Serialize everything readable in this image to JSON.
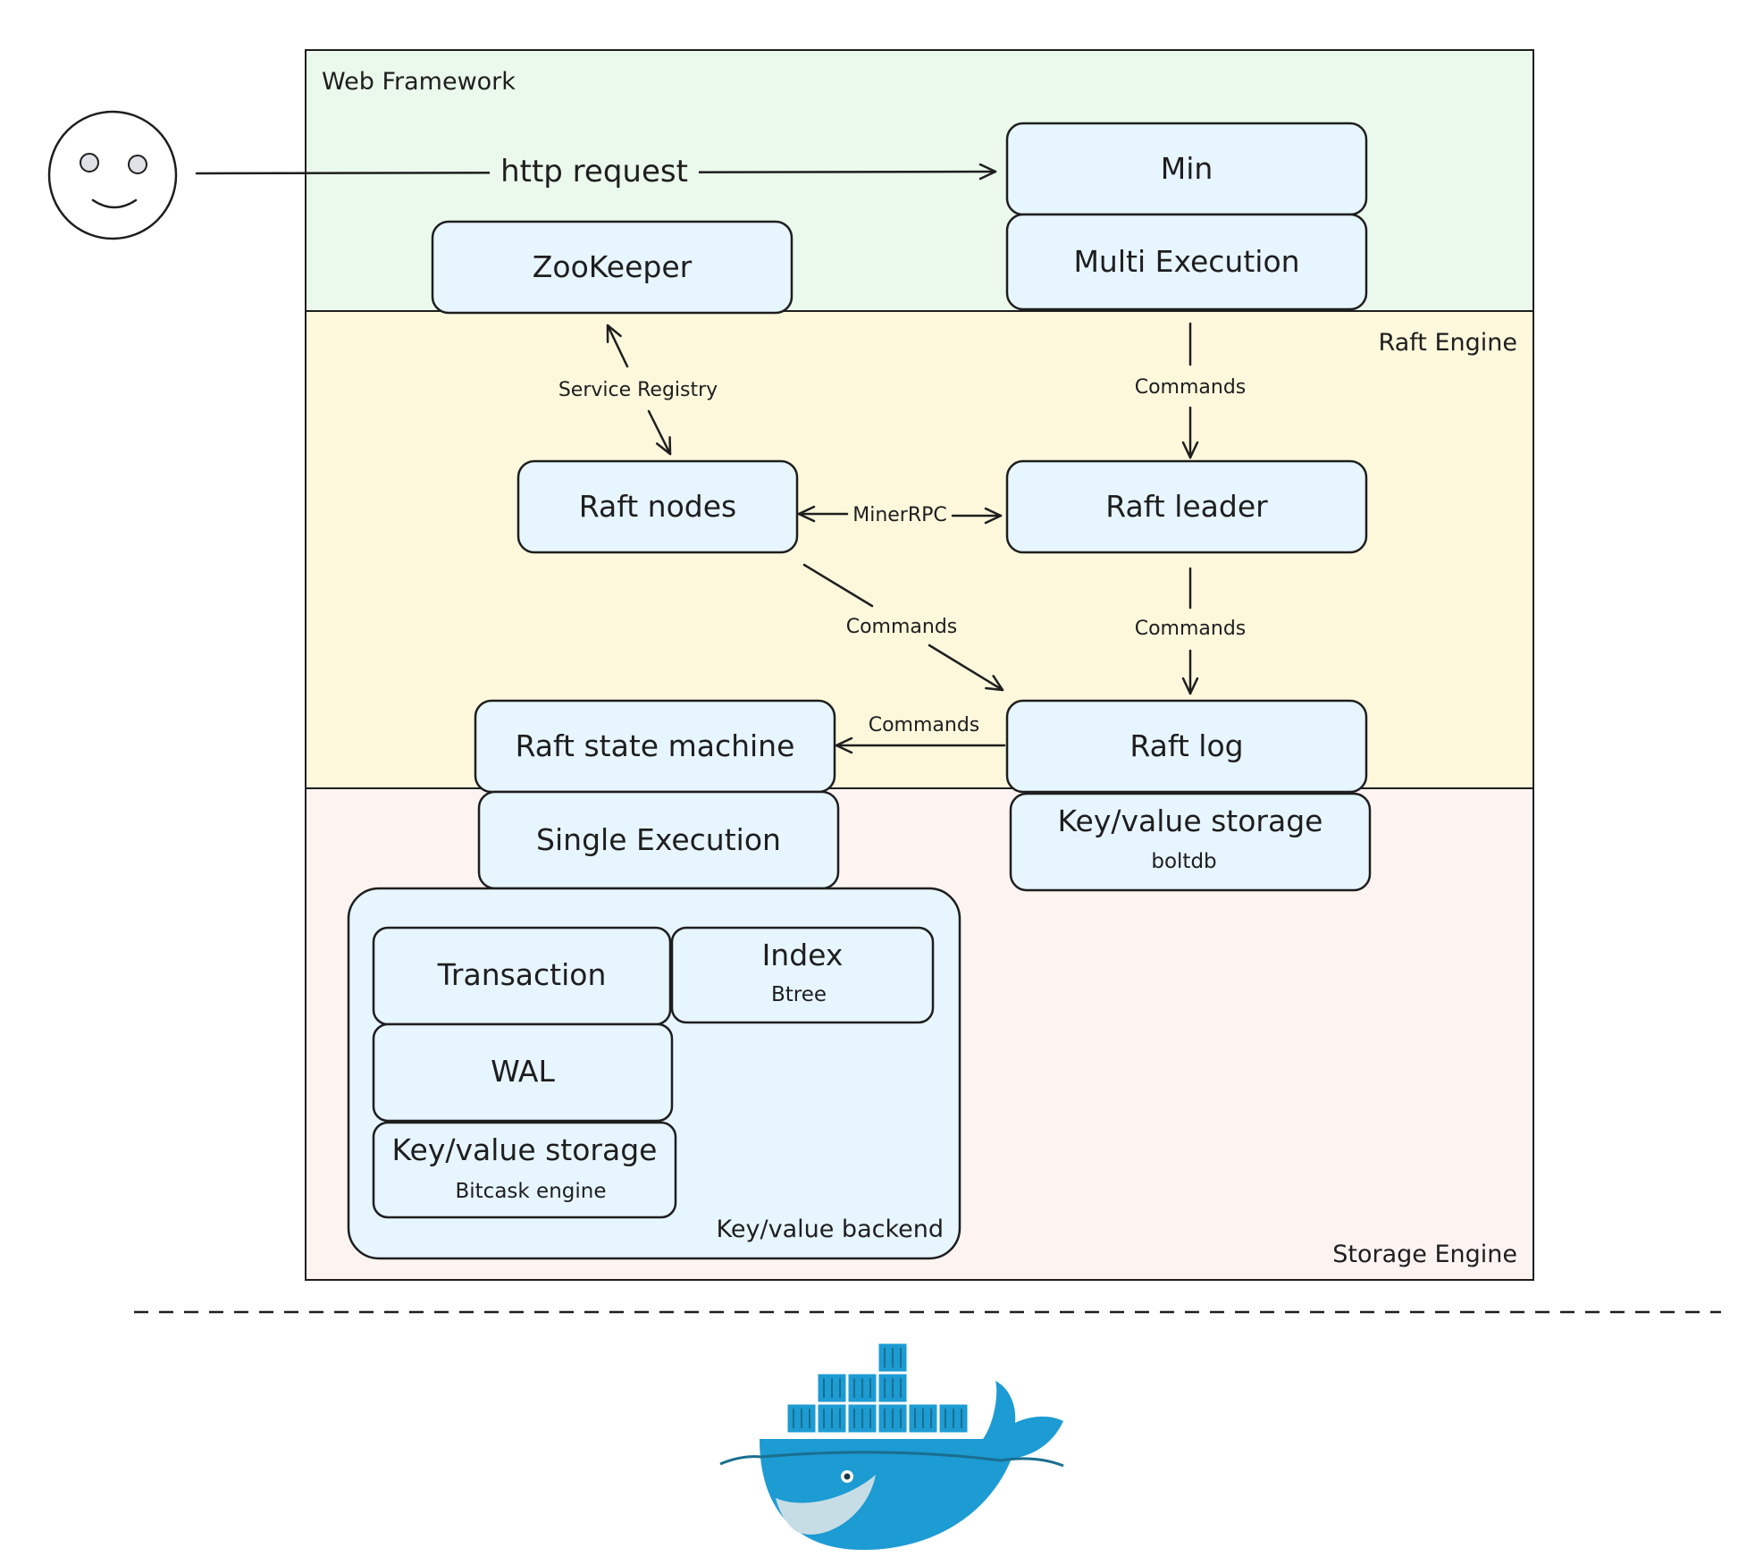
{
  "zones": {
    "web": "Web Framework",
    "raft": "Raft Engine",
    "storage": "Storage Engine"
  },
  "nodes": {
    "min": "Min",
    "multi_execution": "Multi Execution",
    "zookeeper": "ZooKeeper",
    "raft_nodes": "Raft nodes",
    "raft_leader": "Raft leader",
    "raft_log": "Raft log",
    "raft_state_machine": "Raft state machine",
    "single_execution": "Single Execution",
    "kv_storage_boltdb": {
      "title": "Key/value storage",
      "subtitle": "boltdb"
    },
    "transaction": "Transaction",
    "index": {
      "title": "Index",
      "subtitle": "Btree"
    },
    "wal": "WAL",
    "kv_storage_bitcask": {
      "title": "Key/value storage",
      "subtitle": "Bitcask engine"
    },
    "kv_backend": "Key/value backend"
  },
  "edges": {
    "http_request": "http request",
    "service_registry": "Service Registry",
    "miner_rpc": "MinerRPC",
    "commands_multi_to_leader": "Commands",
    "commands_leader_to_log": "Commands",
    "commands_nodes_to_log": "Commands",
    "commands_log_to_sm": "Commands"
  },
  "colors": {
    "web_zone": "#ebf8ec",
    "raft_zone": "#fdf8dc",
    "storage_zone": "#fdf4f2",
    "node_fill": "#e7f5ff",
    "stroke": "#1e1e1e",
    "docker_blue": "#1d9bd3",
    "docker_dark": "#1a6f8f"
  },
  "icons": {
    "user": "user-smiley-icon",
    "logo": "docker-whale-logo-icon"
  }
}
